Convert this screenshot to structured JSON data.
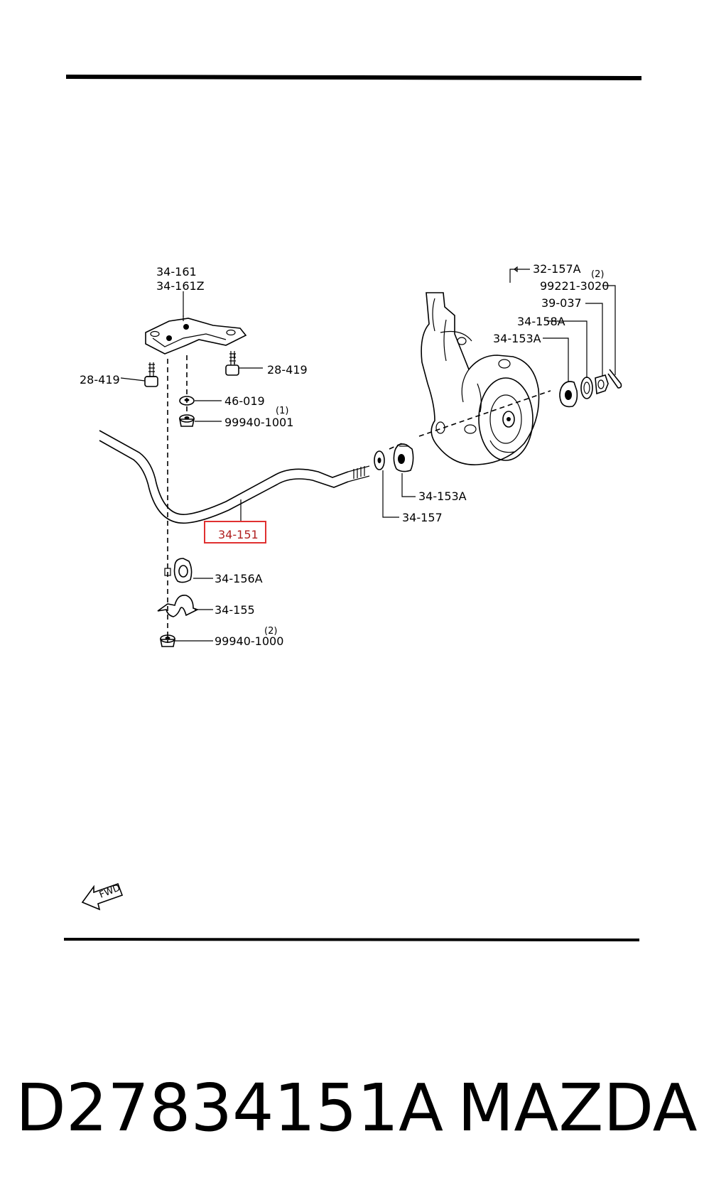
{
  "diagram": {
    "labels": {
      "bracket_main": "34-161",
      "bracket_alt": "34-161Z",
      "bolt_left": "28-419",
      "bolt_right": "28-419",
      "washer": "46-019",
      "nut_top": "99940-1001",
      "nut_top_qty": "(1)",
      "stabilizer_bar": "34-151",
      "bushing_lower": "34-153A",
      "washer_lower": "34-157",
      "bracket_bushing": "34-156A",
      "clamp": "34-155",
      "nut_bottom": "99940-1000",
      "nut_bottom_qty": "(2)",
      "link_ref": "32-157A",
      "cotter_pin": "99221-3020",
      "cotter_pin_qty": "(2)",
      "castle_nut": "39-037",
      "washer_upper": "34-158A",
      "bushing_upper": "34-153A",
      "fwd_arrow": "FWD"
    },
    "highlight_color": "#e03030"
  },
  "caption": {
    "part_number": "D27834151A",
    "brand": "MAZDA"
  }
}
